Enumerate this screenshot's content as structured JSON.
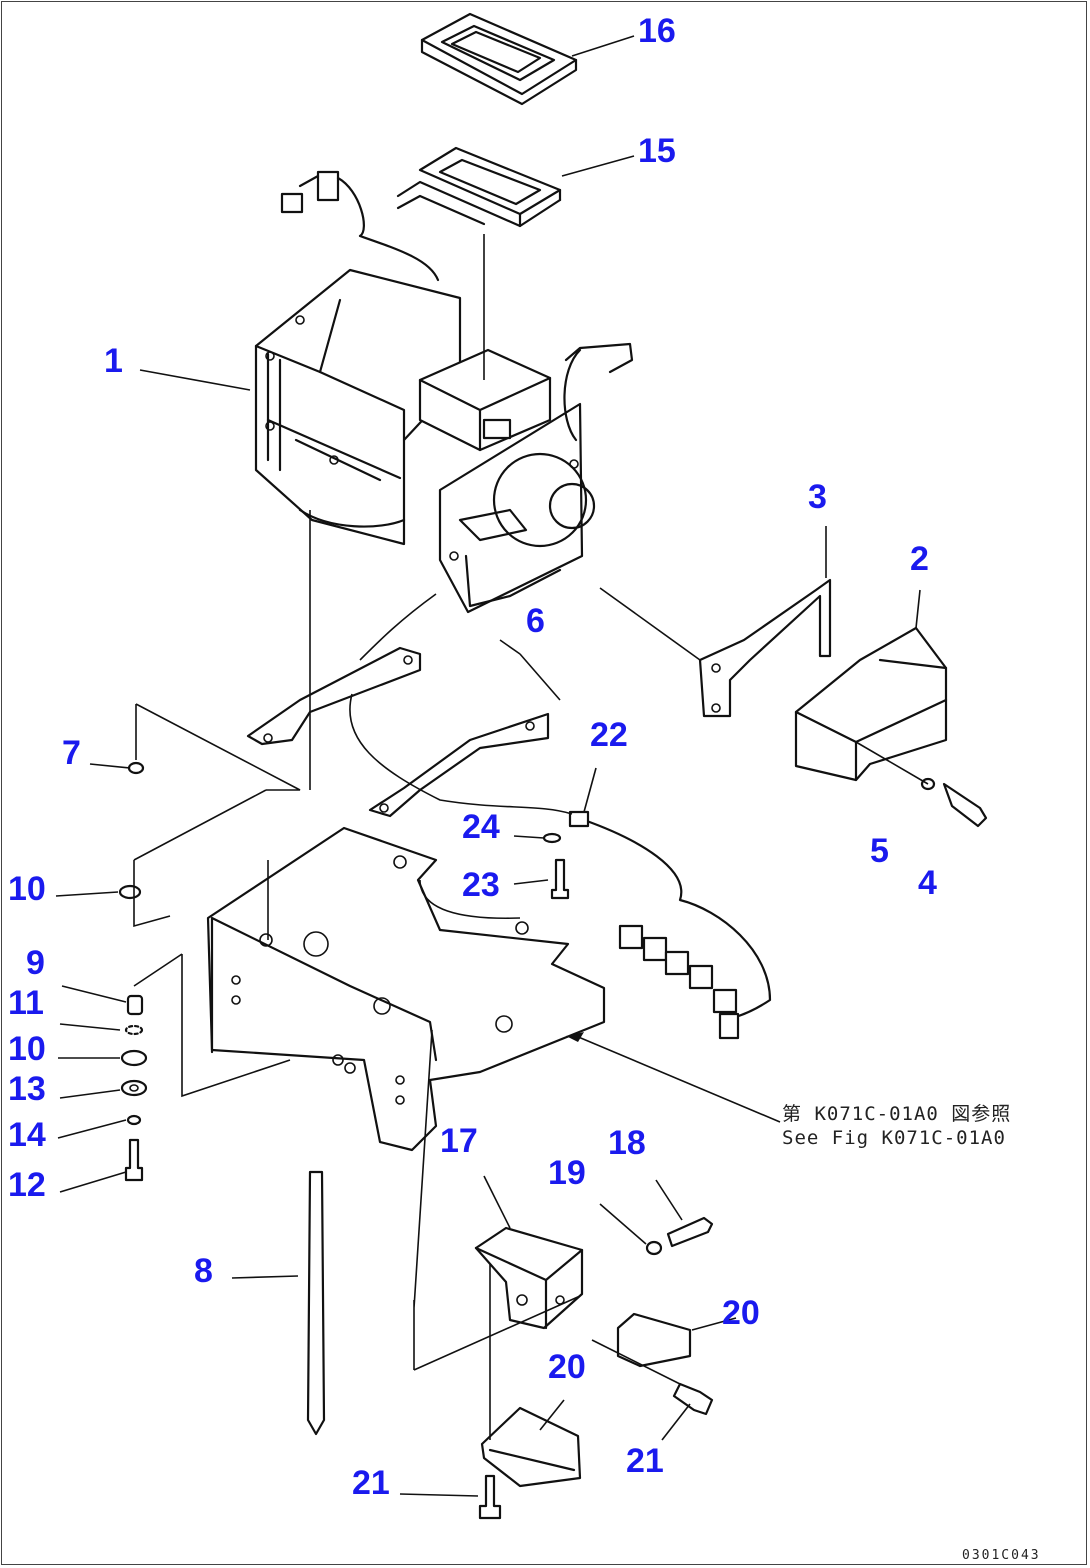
{
  "callouts": {
    "c1": "1",
    "c2": "2",
    "c3": "3",
    "c4": "4",
    "c5": "5",
    "c6": "6",
    "c7": "7",
    "c8": "8",
    "c9": "9",
    "c10a": "10",
    "c10b": "10",
    "c11": "11",
    "c12": "12",
    "c13": "13",
    "c14": "14",
    "c15": "15",
    "c16": "16",
    "c17": "17",
    "c18": "18",
    "c19": "19",
    "c20a": "20",
    "c20b": "20",
    "c21a": "21",
    "c21b": "21",
    "c22": "22",
    "c23": "23",
    "c24": "24"
  },
  "reference": {
    "line1": "第 K071C-01A0 図参照",
    "line2": "See Fig K071C-01A0"
  },
  "drawing_id": "0301C043",
  "colors": {
    "callout": "#1a1aee",
    "linework": "#111111"
  }
}
